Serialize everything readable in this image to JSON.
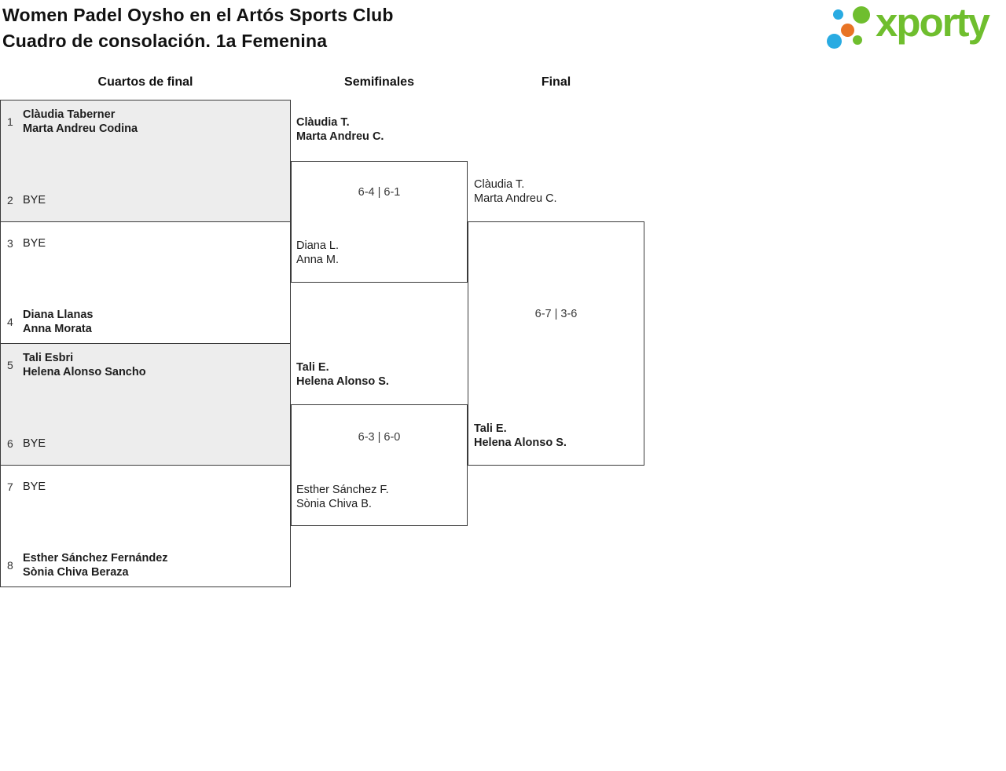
{
  "header": {
    "title_line1": "Women Padel Oysho en el Artós Sports Club",
    "title_line2": "Cuadro de consolación. 1a Femenina",
    "logo": {
      "text": "xporty",
      "green": "#6fbe2e",
      "blue": "#29abe2",
      "orange": "#e87425"
    }
  },
  "rounds": [
    {
      "label": "Cuartos de final"
    },
    {
      "label": "Semifinales"
    },
    {
      "label": "Final"
    }
  ],
  "theme": {
    "row_shade": "#ededed",
    "border": "#3a3a3a"
  },
  "bracket": {
    "quarterfinals": [
      {
        "entries": [
          {
            "seed": "1",
            "lines": [
              "Clàudia Taberner",
              "Marta Andreu Codina"
            ],
            "winner": true
          },
          {
            "seed": "2",
            "lines": [
              "BYE"
            ],
            "winner": false
          }
        ]
      },
      {
        "entries": [
          {
            "seed": "3",
            "lines": [
              "BYE"
            ],
            "winner": false
          },
          {
            "seed": "4",
            "lines": [
              "Diana Llanas",
              "Anna Morata"
            ],
            "winner": true
          }
        ]
      },
      {
        "entries": [
          {
            "seed": "5",
            "lines": [
              "Tali Esbri",
              "Helena Alonso Sancho"
            ],
            "winner": true
          },
          {
            "seed": "6",
            "lines": [
              "BYE"
            ],
            "winner": false
          }
        ]
      },
      {
        "entries": [
          {
            "seed": "7",
            "lines": [
              "BYE"
            ],
            "winner": false
          },
          {
            "seed": "8",
            "lines": [
              "Esther Sánchez Fernández",
              "Sònia Chiva Beraza"
            ],
            "winner": true
          }
        ]
      }
    ],
    "semifinals": [
      {
        "top_lines": [
          "Clàudia T.",
          "Marta Andreu C."
        ],
        "bottom_lines": [
          "Diana L.",
          "Anna M."
        ],
        "score": "6-4 | 6-1",
        "winner": "top"
      },
      {
        "top_lines": [
          "Tali E.",
          "Helena Alonso S."
        ],
        "bottom_lines": [
          "Esther Sánchez F.",
          "Sònia Chiva B."
        ],
        "score": "6-3 | 6-0",
        "winner": "top"
      }
    ],
    "final": {
      "top_lines": [
        "Clàudia T.",
        "Marta Andreu C."
      ],
      "bottom_lines": [
        "Tali E.",
        "Helena Alonso S."
      ],
      "score": "6-7 | 3-6",
      "winner": "bottom"
    }
  }
}
